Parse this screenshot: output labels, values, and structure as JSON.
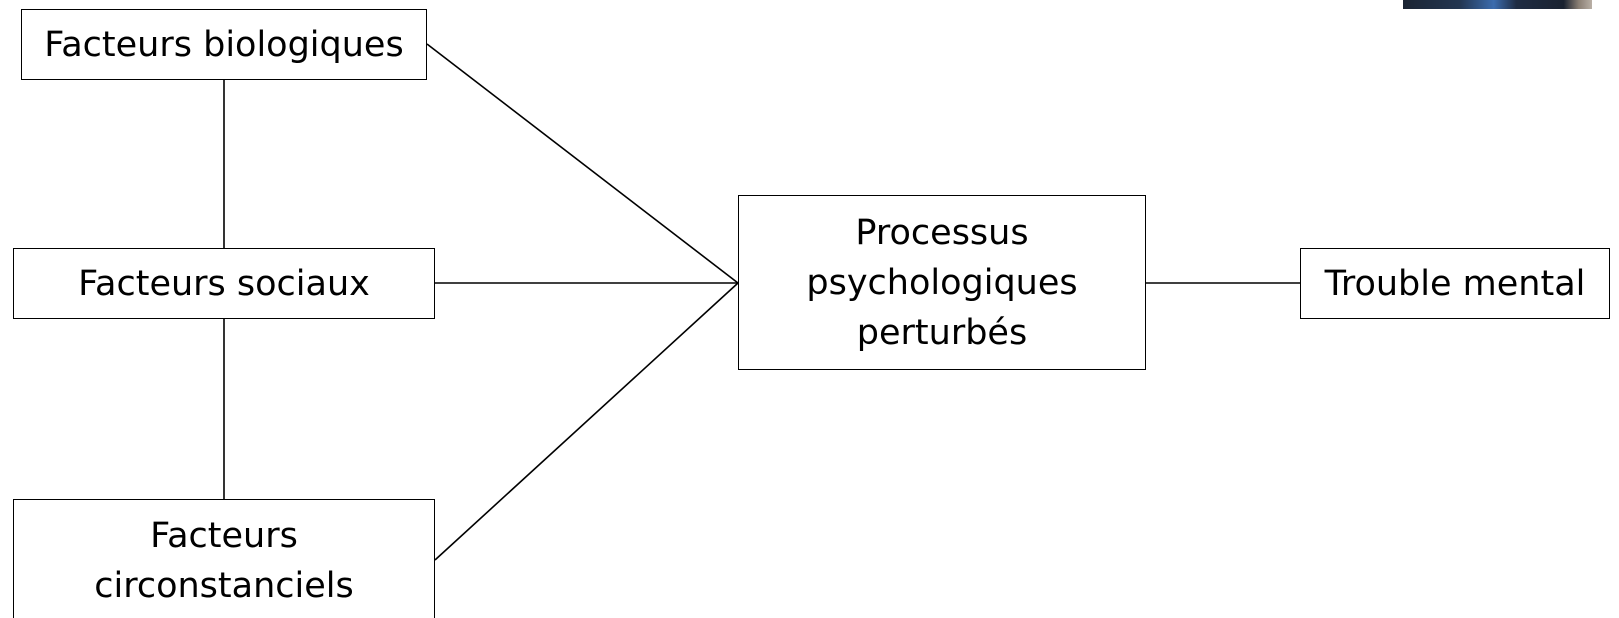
{
  "diagram": {
    "nodes": {
      "biologiques": {
        "lines": [
          "Facteurs biologiques"
        ]
      },
      "sociaux": {
        "lines": [
          "Facteurs sociaux"
        ]
      },
      "circonstanciels": {
        "lines": [
          "Facteurs",
          "circonstanciels"
        ]
      },
      "processus": {
        "lines": [
          "Processus",
          "psychologiques",
          "perturbés"
        ]
      },
      "trouble": {
        "lines": [
          "Trouble mental"
        ]
      }
    },
    "edges": [
      {
        "from": "biologiques",
        "to": "sociaux"
      },
      {
        "from": "sociaux",
        "to": "circonstanciels"
      },
      {
        "from": "biologiques",
        "to": "processus"
      },
      {
        "from": "sociaux",
        "to": "processus"
      },
      {
        "from": "circonstanciels",
        "to": "processus"
      },
      {
        "from": "processus",
        "to": "trouble"
      }
    ]
  }
}
